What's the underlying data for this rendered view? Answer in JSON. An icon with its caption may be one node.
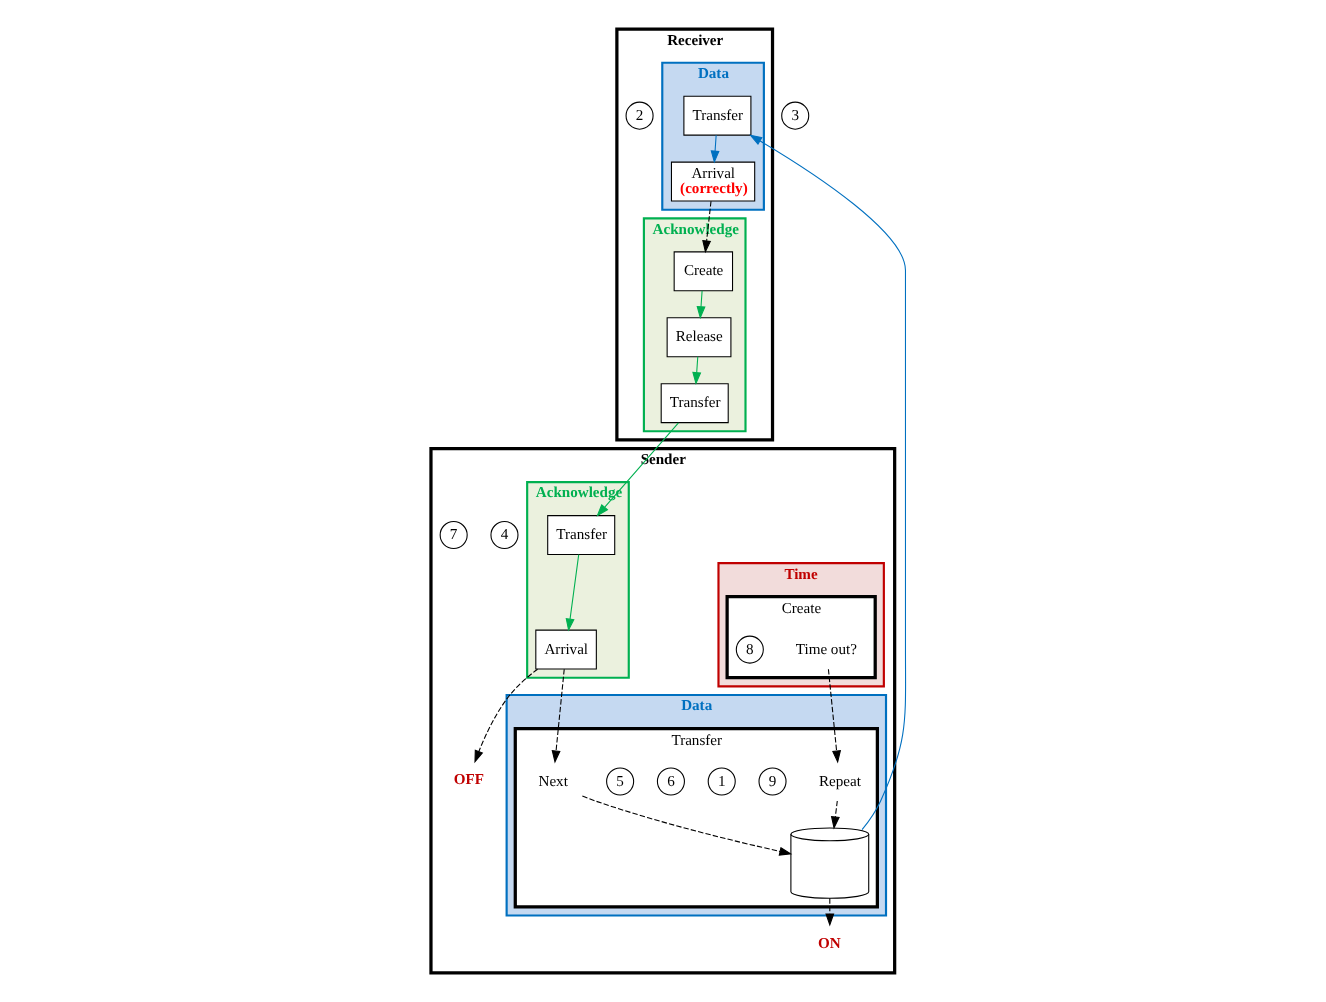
{
  "diagram": {
    "nodes": [
      {
        "text": [
          "Sender"
        ]
      },
      {
        "text": [
          "Time"
        ],
        "in": 0
      },
      {
        "text": [
          "Create"
        ],
        "in": 1
      },
      {
        "text": [
          "Time out?"
        ],
        "in": 2
      },
      {
        "text": [
          "8"
        ],
        "in": 2
      },
      {
        "text": [
          "Data"
        ],
        "in": 0
      },
      {
        "text": [
          "Transfer"
        ],
        "in": 5
      },
      {
        "text": [
          "Repeat"
        ],
        "in": 6
      },
      {
        "text": [
          "9"
        ],
        "in": 6
      },
      {
        "text": [],
        "shape": "cylinder",
        "in": 6
      },
      {
        "text": [
          "1"
        ],
        "in": 6
      },
      {
        "text": [
          "6"
        ],
        "in": 6
      },
      {
        "text": [
          "5"
        ],
        "in": 6
      },
      {
        "text": [
          "Next"
        ],
        "in": 6
      },
      {
        "text": [
          "ON"
        ],
        "in": 0
      },
      {
        "text": [
          "Acknowledge"
        ],
        "in": 0
      },
      {
        "text": [
          "Arrival"
        ],
        "in": 15
      },
      {
        "text": [
          "Transfer"
        ],
        "in": 15
      },
      {
        "text": [
          "4"
        ],
        "in": 0
      },
      {
        "text": [
          "7"
        ],
        "in": 0
      },
      {
        "text": [
          "OFF"
        ],
        "in": 0
      },
      {
        "text": [
          "Receiver"
        ]
      },
      {
        "text": [
          "Data"
        ],
        "in": 21
      },
      {
        "text": [
          "Transfer"
        ],
        "in": 22
      },
      {
        "text": [
          "Arrival",
          "(correctly)"
        ],
        "in": 22
      },
      {
        "text": [
          "2"
        ],
        "in": 21
      },
      {
        "text": [
          "Acknowledge"
        ],
        "in": 21
      },
      {
        "text": [
          "Create"
        ],
        "in": 26
      },
      {
        "text": [
          "Release"
        ],
        "in": 26
      },
      {
        "text": [
          "Transfer"
        ],
        "in": 26
      },
      {
        "text": [
          "3"
        ]
      }
    ],
    "edges": [
      {
        "from": 3,
        "to": 7,
        "arrow": "to",
        "style": "dashed"
      },
      {
        "from": 7,
        "to": 9,
        "arrow": "to",
        "style": "dashed"
      },
      {
        "from": 13,
        "to": 9,
        "arrow": "to",
        "style": "dashed"
      },
      {
        "from": 9,
        "to": 14,
        "arrow": "to",
        "style": "dashed"
      },
      {
        "from": 9,
        "to": 23,
        "arrow": "to",
        "color": "#0070c0"
      },
      {
        "from": 23,
        "to": 24,
        "arrow": "to",
        "color": "#0070c0"
      },
      {
        "from": 24,
        "to": 27,
        "arrow": "to",
        "style": "dashed"
      },
      {
        "from": 27,
        "to": 28,
        "arrow": "to",
        "color": "#00b050"
      },
      {
        "from": 28,
        "to": 29,
        "arrow": "to",
        "color": "#00b050"
      },
      {
        "from": 29,
        "to": 17,
        "arrow": "to",
        "color": "#00b050"
      },
      {
        "from": 17,
        "to": 16,
        "arrow": "to",
        "color": "#00b050"
      },
      {
        "from": 16,
        "to": 13,
        "arrow": "to",
        "style": "dashed"
      },
      {
        "from": 16,
        "to": 20,
        "arrow": "to",
        "style": "dashed"
      }
    ]
  }
}
